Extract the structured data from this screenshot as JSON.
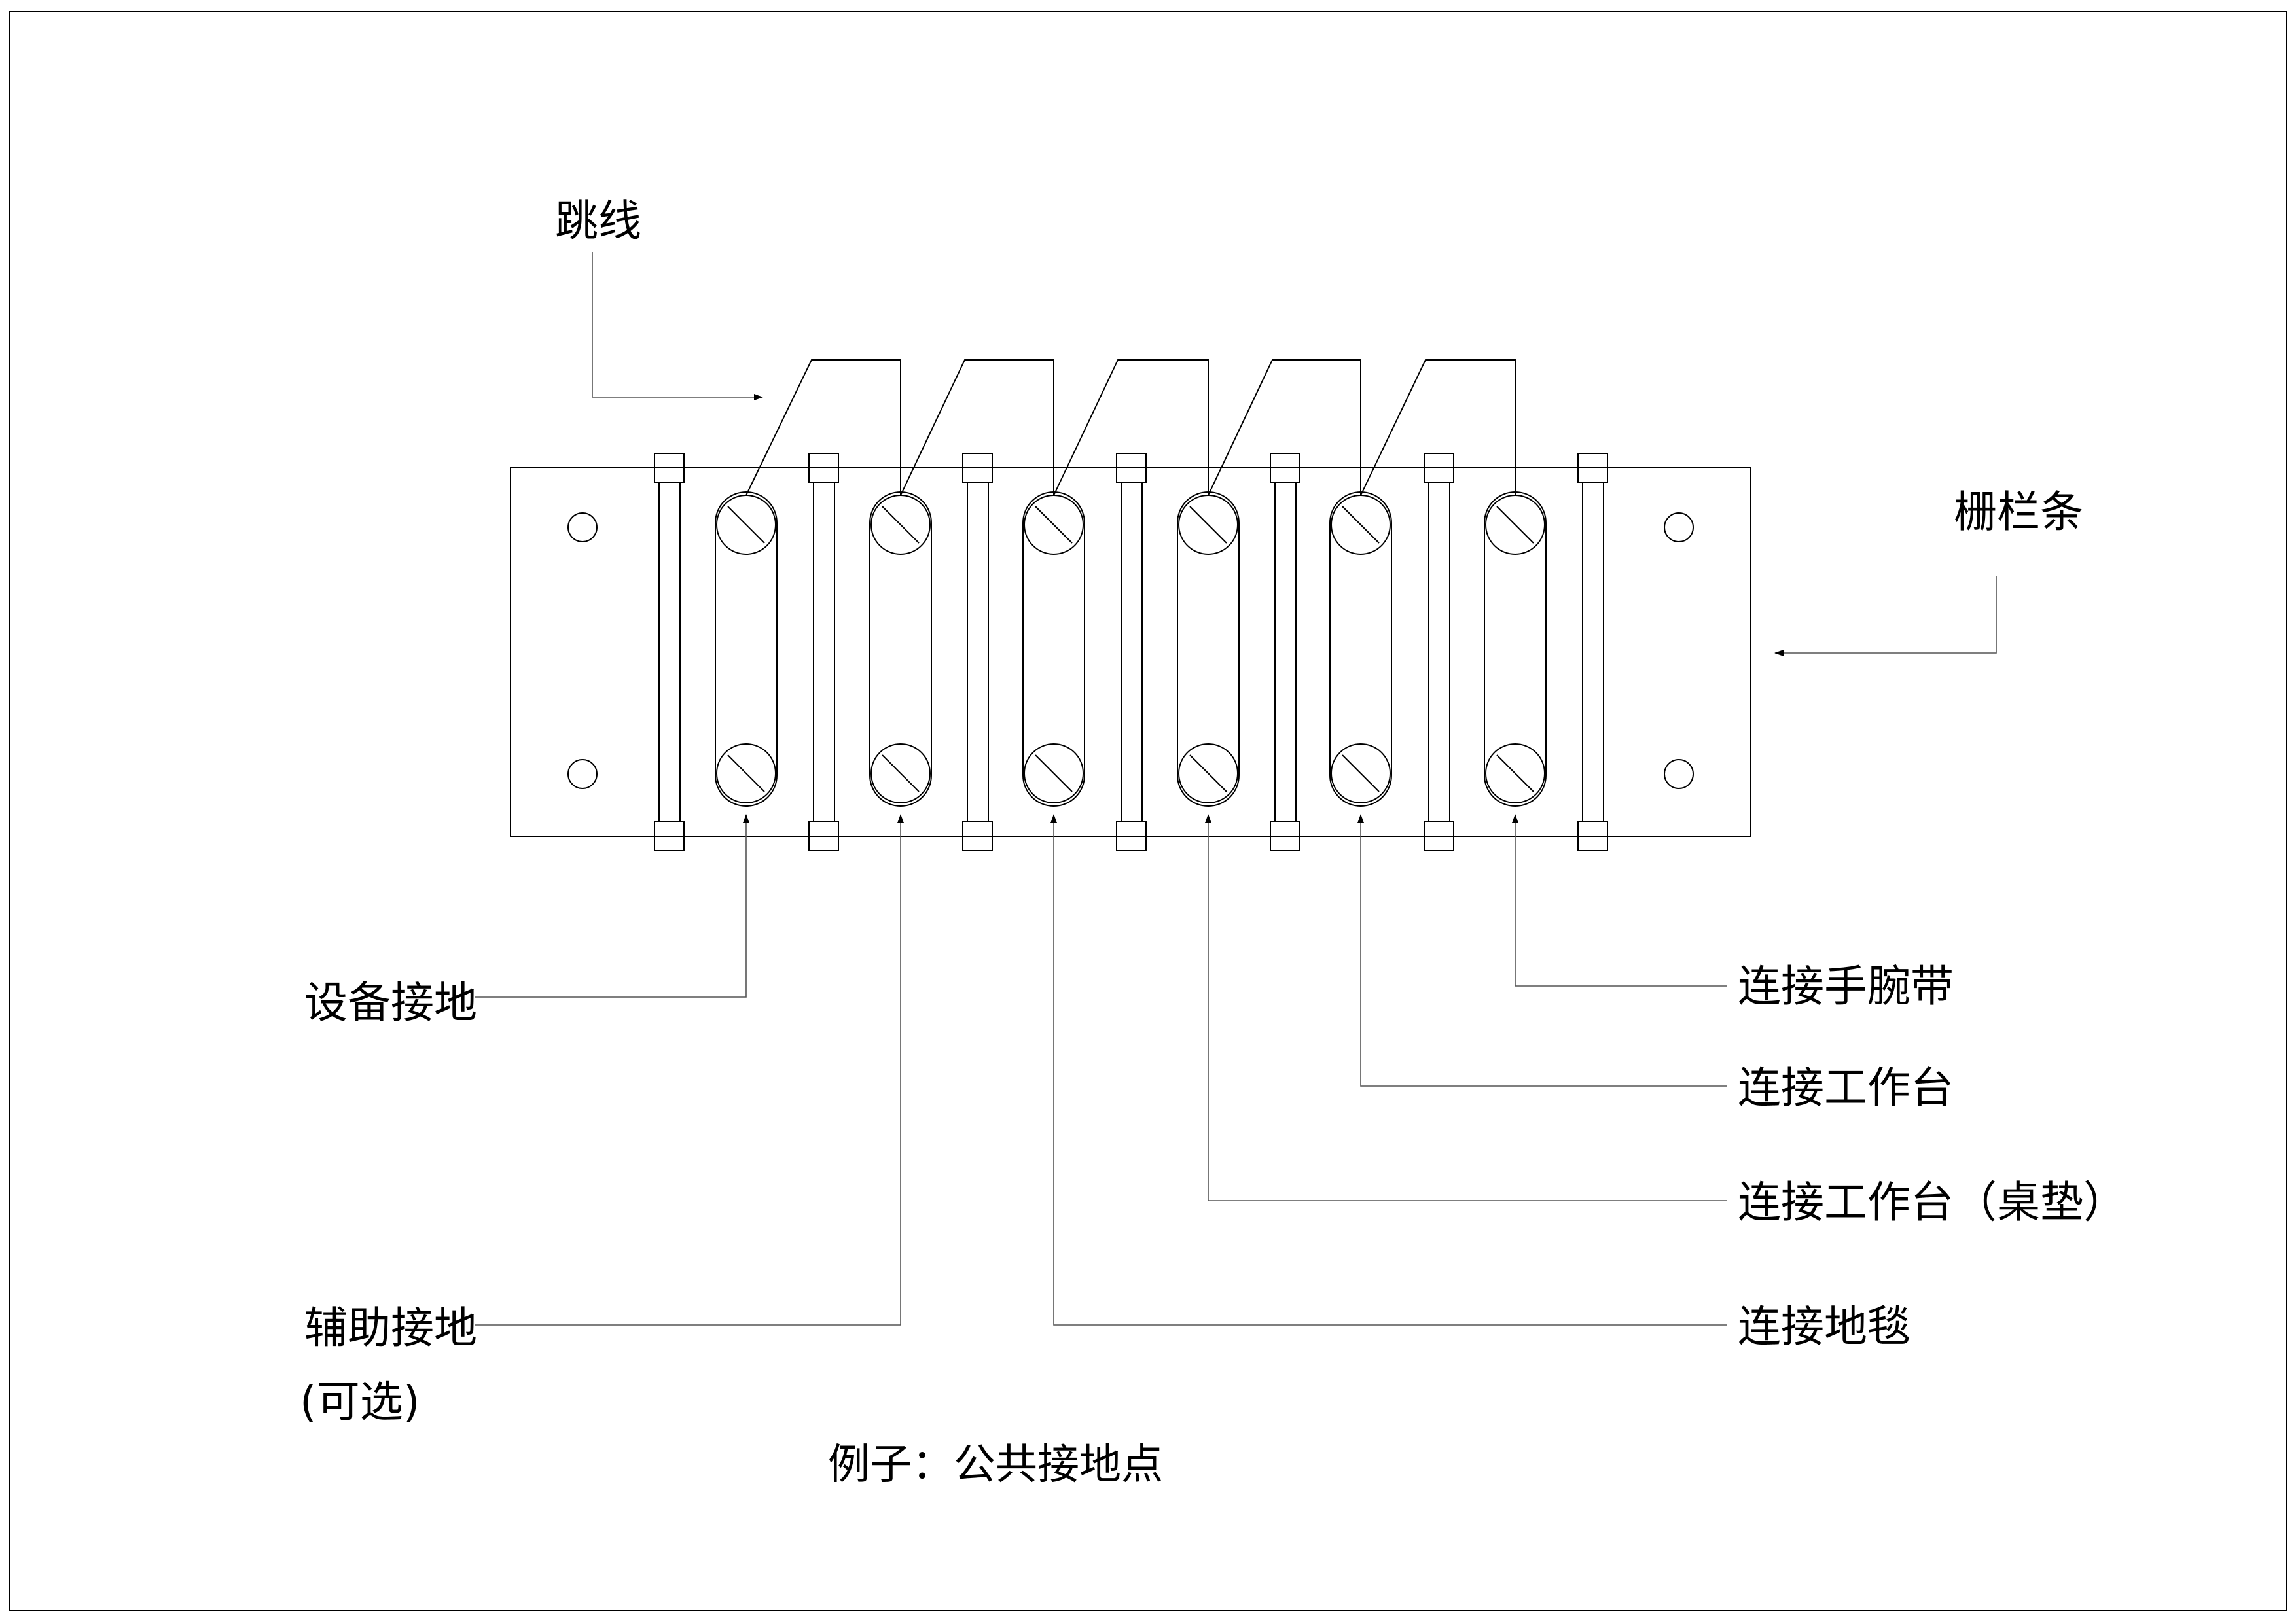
{
  "labels": {
    "jumper": "跳线",
    "bus_bar": "栅栏条",
    "equipment_ground": "设备接地",
    "aux_ground_line1": "辅助接地",
    "aux_ground_line2": "(可选)",
    "wrist_strap": "连接手腕带",
    "workbench": "连接工作台",
    "workbench_mat": "连接工作台（桌垫）",
    "floor_mat": "连接地毯"
  },
  "caption": "例子：公共接地点",
  "colors": {
    "line": "#000000",
    "leader": "#555555",
    "hatch": "#000000",
    "background": "#ffffff"
  }
}
